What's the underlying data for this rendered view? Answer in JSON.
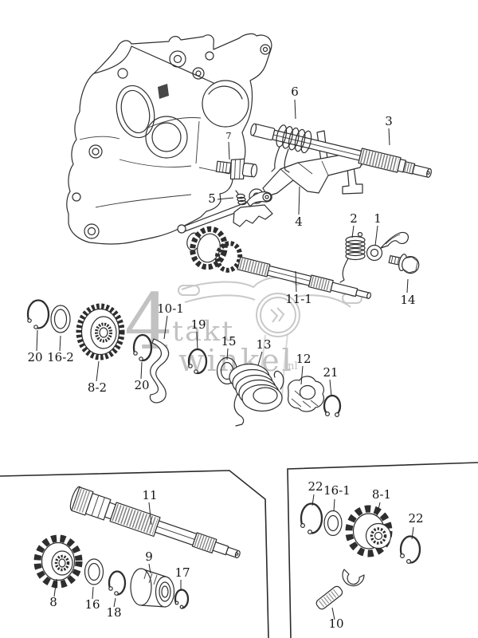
{
  "diagram_title": "exploded gearbox shift mechanism parts diagram",
  "watermark": {
    "big": "4",
    "word_top": "takt",
    "word_bottom": "winkel",
    "tld": ".nl"
  },
  "colors": {
    "ink": "#2e2e2e",
    "label_ink": "#141414",
    "watermark_gray": "#c2c2c2",
    "paper": "#ffffff"
  },
  "part_labels": {
    "p1": "1",
    "p2": "2",
    "p3": "3",
    "p4": "4",
    "p5": "5",
    "p6": "6",
    "p7": "7",
    "p8": "8",
    "p8_1": "8-1",
    "p8_2": "8-2",
    "p9": "9",
    "p10": "10",
    "p10_1": "10-1",
    "p11": "11",
    "p11_1": "11-1",
    "p12": "12",
    "p13": "13",
    "p14": "14",
    "p15": "15",
    "p16": "16",
    "p16_1": "16-1",
    "p16_2": "16-2",
    "p17": "17",
    "p18": "18",
    "p19": "19",
    "p20_a": "20",
    "p20_b": "20",
    "p21": "21",
    "p22_a": "22",
    "p22_b": "22"
  }
}
